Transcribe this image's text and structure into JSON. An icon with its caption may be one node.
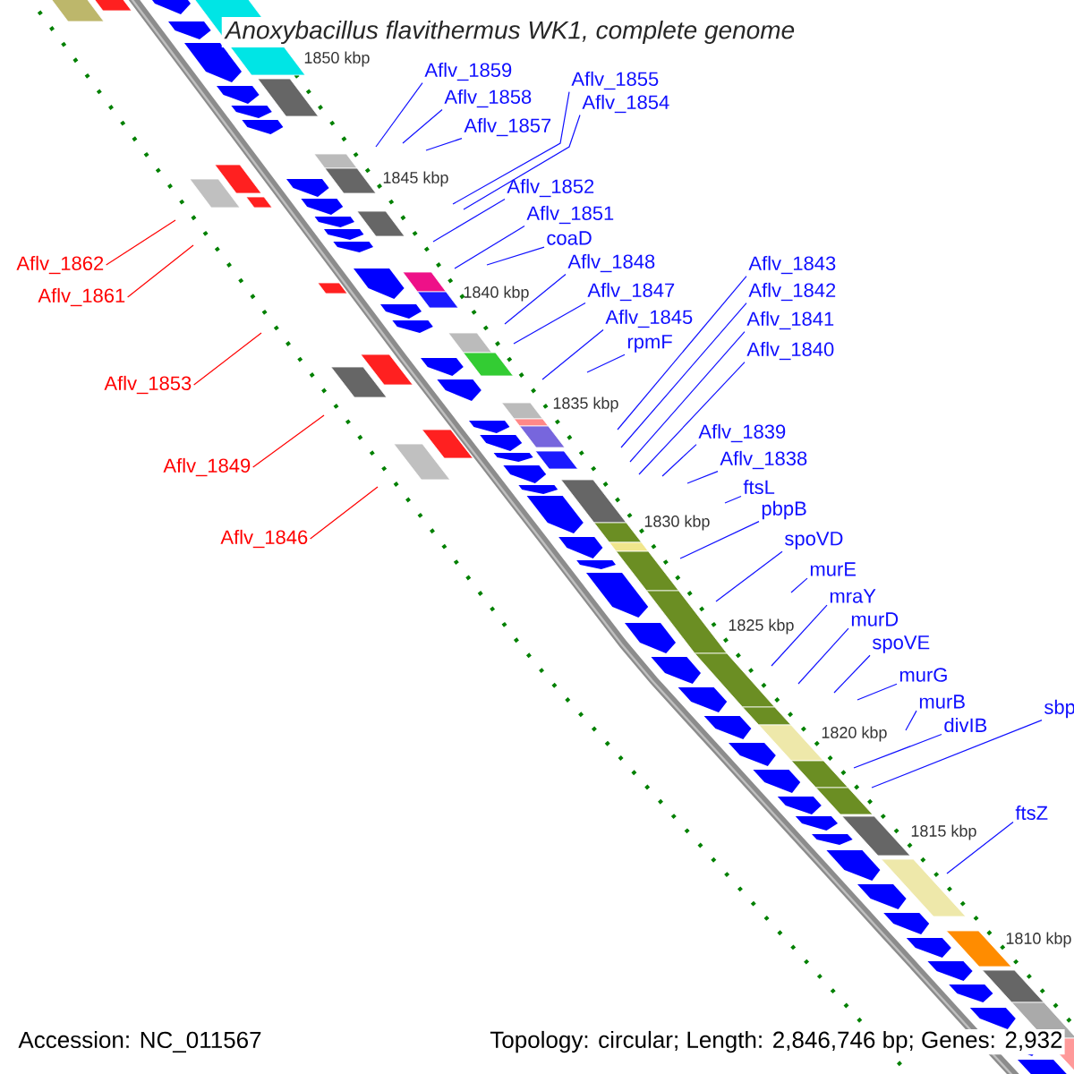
{
  "diagram": {
    "title": "Anoxybacillus flavithermus WK1, complete genome",
    "nodes": [
      {
        "text": [
          "Aflv_1859"
        ]
      },
      {
        "text": [
          "Aflv_1855"
        ]
      },
      {
        "text": [
          "Aflv_1858"
        ]
      },
      {
        "text": [
          "Aflv_1854"
        ]
      },
      {
        "text": [
          "Aflv_1857"
        ]
      },
      {
        "text": [
          "Aflv_1852"
        ]
      },
      {
        "text": [
          "Aflv_1851"
        ]
      },
      {
        "text": [
          "coaD"
        ]
      },
      {
        "text": [
          "Aflv_1862"
        ]
      },
      {
        "text": [
          "Aflv_1848"
        ]
      },
      {
        "text": [
          "Aflv_1843"
        ]
      },
      {
        "text": [
          "Aflv_1847"
        ]
      },
      {
        "text": [
          "Aflv_1842"
        ]
      },
      {
        "text": [
          "Aflv_1861"
        ]
      },
      {
        "text": [
          "Aflv_1845"
        ]
      },
      {
        "text": [
          "Aflv_1841"
        ]
      },
      {
        "text": [
          "rpmF"
        ]
      },
      {
        "text": [
          "Aflv_1840"
        ]
      },
      {
        "text": [
          "Aflv_1853"
        ]
      },
      {
        "text": [
          "Aflv_1839"
        ]
      },
      {
        "text": [
          "Aflv_1838"
        ]
      },
      {
        "text": [
          "Aflv_1849"
        ]
      },
      {
        "text": [
          "ftsL"
        ]
      },
      {
        "text": [
          "pbpB"
        ]
      },
      {
        "text": [
          "Aflv_1846"
        ]
      },
      {
        "text": [
          "spoVD"
        ]
      },
      {
        "text": [
          "murE"
        ]
      },
      {
        "text": [
          "mraY"
        ]
      },
      {
        "text": [
          "murD"
        ]
      },
      {
        "text": [
          "spoVE"
        ]
      },
      {
        "text": [
          "murG"
        ]
      },
      {
        "text": [
          "murB"
        ]
      },
      {
        "text": [
          "sbp"
        ]
      },
      {
        "text": [
          "divIB"
        ]
      },
      {
        "text": [
          "ftsZ"
        ]
      }
    ],
    "edges": [
      {
        "from": 0,
        "to": null,
        "arrow": "none"
      },
      {
        "from": 1,
        "to": null,
        "arrow": "none"
      },
      {
        "from": 2,
        "to": null,
        "arrow": "none"
      },
      {
        "from": 3,
        "to": null,
        "arrow": "none"
      },
      {
        "from": 4,
        "to": null,
        "arrow": "none"
      },
      {
        "from": 5,
        "to": null,
        "arrow": "none"
      },
      {
        "from": 6,
        "to": null,
        "arrow": "none"
      },
      {
        "from": 7,
        "to": null,
        "arrow": "none"
      },
      {
        "from": 8,
        "to": null,
        "arrow": "none",
        "color": "#ff0000"
      },
      {
        "from": 9,
        "to": null,
        "arrow": "none"
      },
      {
        "from": 10,
        "to": null,
        "arrow": "none"
      },
      {
        "from": 11,
        "to": null,
        "arrow": "none"
      },
      {
        "from": 12,
        "to": null,
        "arrow": "none"
      },
      {
        "from": 13,
        "to": null,
        "arrow": "none",
        "color": "#ff0000"
      },
      {
        "from": 14,
        "to": null,
        "arrow": "none"
      },
      {
        "from": 15,
        "to": null,
        "arrow": "none"
      },
      {
        "from": 16,
        "to": null,
        "arrow": "none"
      },
      {
        "from": 17,
        "to": null,
        "arrow": "none"
      },
      {
        "from": 18,
        "to": null,
        "arrow": "none",
        "color": "#ff0000"
      },
      {
        "from": 19,
        "to": null,
        "arrow": "none"
      },
      {
        "from": 20,
        "to": null,
        "arrow": "none"
      },
      {
        "from": 21,
        "to": null,
        "arrow": "none",
        "color": "#ff0000"
      },
      {
        "from": 22,
        "to": null,
        "arrow": "none"
      },
      {
        "from": 23,
        "to": null,
        "arrow": "none"
      },
      {
        "from": 24,
        "to": null,
        "arrow": "none",
        "color": "#ff0000"
      },
      {
        "from": 25,
        "to": null,
        "arrow": "none"
      },
      {
        "from": 26,
        "to": null,
        "arrow": "none"
      },
      {
        "from": 27,
        "to": null,
        "arrow": "none"
      },
      {
        "from": 28,
        "to": null,
        "arrow": "none"
      },
      {
        "from": 29,
        "to": null,
        "arrow": "none"
      },
      {
        "from": 30,
        "to": null,
        "arrow": "none"
      },
      {
        "from": 31,
        "to": null,
        "arrow": "none"
      },
      {
        "from": 32,
        "to": null,
        "arrow": "none"
      },
      {
        "from": 33,
        "to": null,
        "arrow": "none"
      },
      {
        "from": 34,
        "to": null,
        "arrow": "none"
      }
    ],
    "labels": [
      "1850 kbp",
      "1845 kbp",
      "1840 kbp",
      "1835 kbp",
      "1830 kbp",
      "1825 kbp",
      "1820 kbp",
      "1815 kbp",
      "1810 kbp",
      "Accession: NC_011567",
      "Topology: circular; Length: 2,846,746 bp; Genes: 2,932"
    ]
  }
}
